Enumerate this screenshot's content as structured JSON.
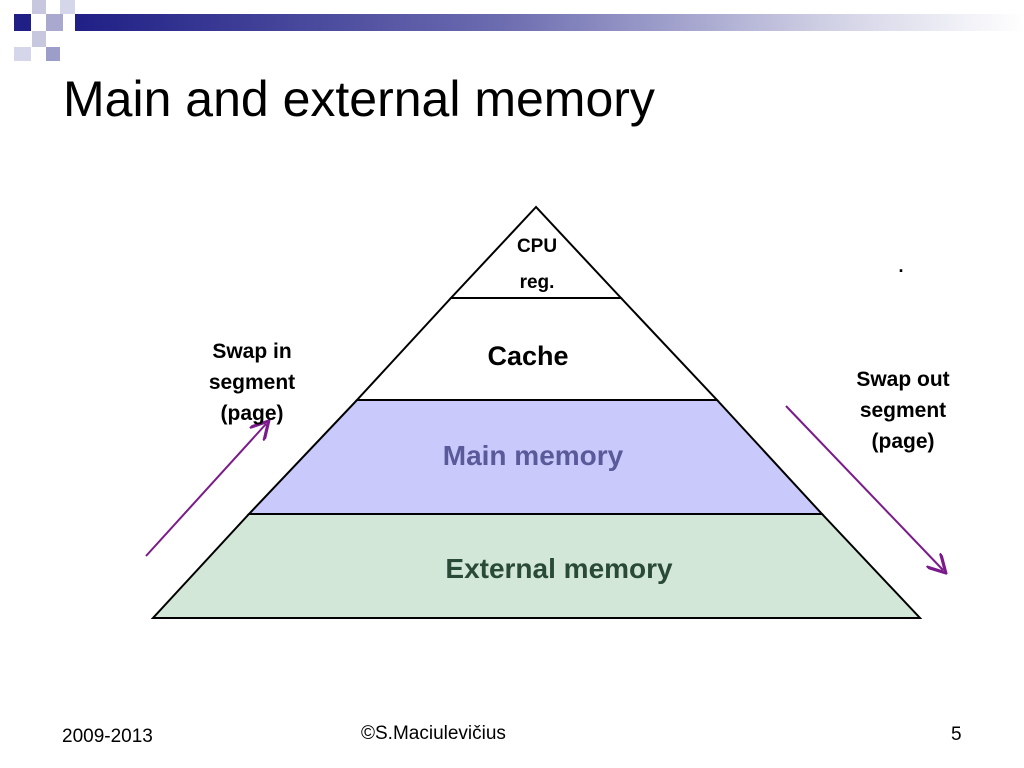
{
  "slide": {
    "title": "Main and external memory"
  },
  "pyramid": {
    "levels": [
      {
        "lines": [
          "CPU",
          "reg."
        ],
        "fill": "#ffffff",
        "text_color": "#000000"
      },
      {
        "lines": [
          "Cache"
        ],
        "fill": "#ffffff",
        "text_color": "#000000"
      },
      {
        "lines": [
          "Main memory"
        ],
        "fill": "#c9c9fb",
        "text_color": "#5a5a9a"
      },
      {
        "lines": [
          "External memory"
        ],
        "fill": "#d3e7d9",
        "text_color": "#2a4a38"
      }
    ]
  },
  "arrows": {
    "swap_in": {
      "lines": [
        "Swap in",
        "segment",
        "(page)"
      ],
      "color": "#7b1a8a"
    },
    "swap_out": {
      "lines": [
        "Swap out",
        "segment",
        "(page)"
      ],
      "color": "#7b1a8a"
    }
  },
  "stray_mark": ".",
  "footer": {
    "years": "2009-2013",
    "author": "©S.Maciulevičius",
    "page_number": "5"
  },
  "theme": {
    "deco_dark": "#1f1f86",
    "deco_light": "#a9a9d0"
  }
}
